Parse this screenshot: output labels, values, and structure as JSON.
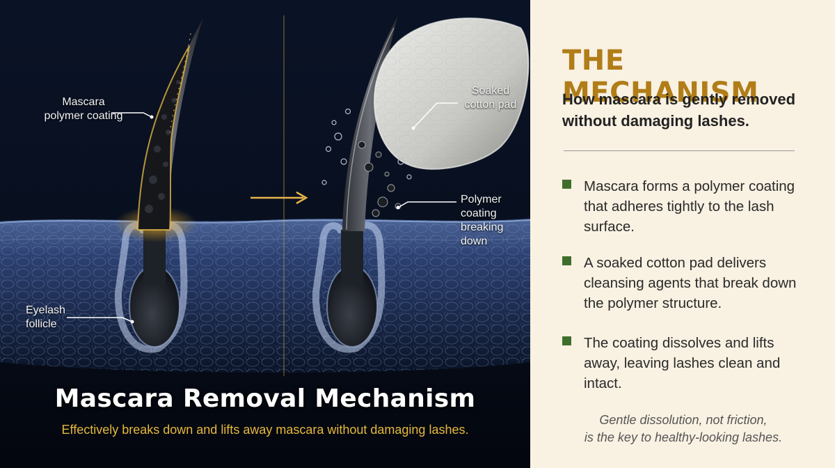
{
  "illustration": {
    "labels": {
      "coating": "Mascara\npolymer coating",
      "follicle": "Eyelash\nfollicle",
      "pad": "Soaked\ncotton pad",
      "breaking": "Polymer\ncoating\nbreaking\ndown"
    },
    "title": "Mascara Removal Mechanism",
    "subtitle": "Effectively breaks down and lifts away mascara without damaging lashes.",
    "colors": {
      "background": "#050a14",
      "skin": "#2b3f66",
      "glow": "#f0c04a",
      "mascara": "#1a1a1a",
      "pad": "#d9d9d6",
      "subtitle": "#e6b93c"
    }
  },
  "panel": {
    "heading": "THE MECHANISM",
    "intro": "How mascara is gently removed without damaging lashes.",
    "bullets": [
      "Mascara forms a polymer coating that adheres tightly to the lash surface.",
      "A soaked cotton pad delivers cleansing agents that break down the polymer structure.",
      "The coating dissolves and lifts away, leaving lashes clean and intact."
    ],
    "footer": "Gentle dissolution, not friction,\nis the key to healthy-looking lashes.",
    "colors": {
      "background": "#f9f1e2",
      "heading": "#b07d18",
      "bullet_marker": "#3f6e2c"
    }
  }
}
